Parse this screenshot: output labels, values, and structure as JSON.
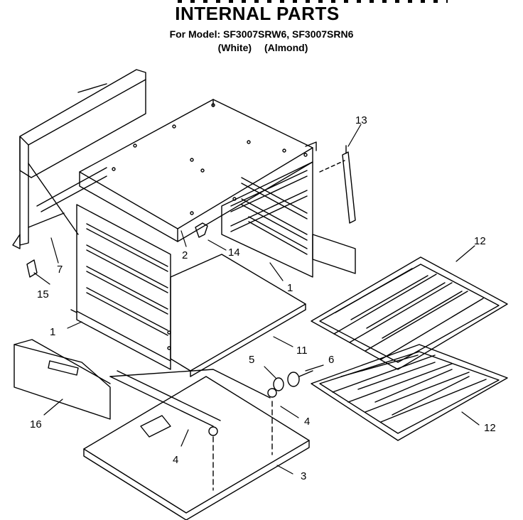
{
  "header": {
    "title": "INTERNAL PARTS",
    "model_line": "For Model: SF3007SRW6, SF3007SRN6",
    "variant_white": "(White)",
    "variant_almond": "(Almond)"
  },
  "callouts": [
    {
      "id": "c1a",
      "text": "1"
    },
    {
      "id": "c1b",
      "text": "1"
    },
    {
      "id": "c2",
      "text": "2"
    },
    {
      "id": "c3",
      "text": "3"
    },
    {
      "id": "c4a",
      "text": "4"
    },
    {
      "id": "c4b",
      "text": "4"
    },
    {
      "id": "c5",
      "text": "5"
    },
    {
      "id": "c6",
      "text": "6"
    },
    {
      "id": "c7",
      "text": "7"
    },
    {
      "id": "c11",
      "text": "11"
    },
    {
      "id": "c12a",
      "text": "12"
    },
    {
      "id": "c12b",
      "text": "12"
    },
    {
      "id": "c13",
      "text": "13"
    },
    {
      "id": "c14",
      "text": "14"
    },
    {
      "id": "c15",
      "text": "15"
    },
    {
      "id": "c16",
      "text": "16"
    }
  ]
}
